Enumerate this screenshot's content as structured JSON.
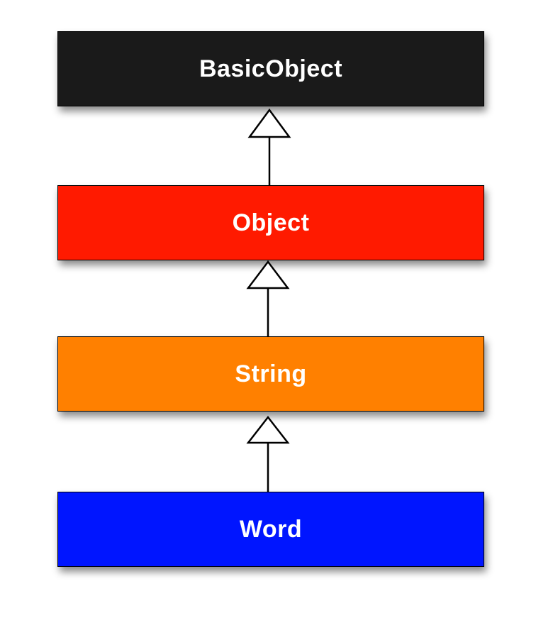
{
  "classes": [
    {
      "id": "basicobject",
      "label": "BasicObject",
      "color": "#1a1a1a"
    },
    {
      "id": "object",
      "label": "Object",
      "color": "#ff1a00"
    },
    {
      "id": "string",
      "label": "String",
      "color": "#ff8000"
    },
    {
      "id": "word",
      "label": "Word",
      "color": "#0015ff"
    }
  ],
  "relations": [
    {
      "from": "Object",
      "to": "BasicObject",
      "type": "inheritance"
    },
    {
      "from": "String",
      "to": "Object",
      "type": "inheritance"
    },
    {
      "from": "Word",
      "to": "String",
      "type": "inheritance"
    }
  ]
}
